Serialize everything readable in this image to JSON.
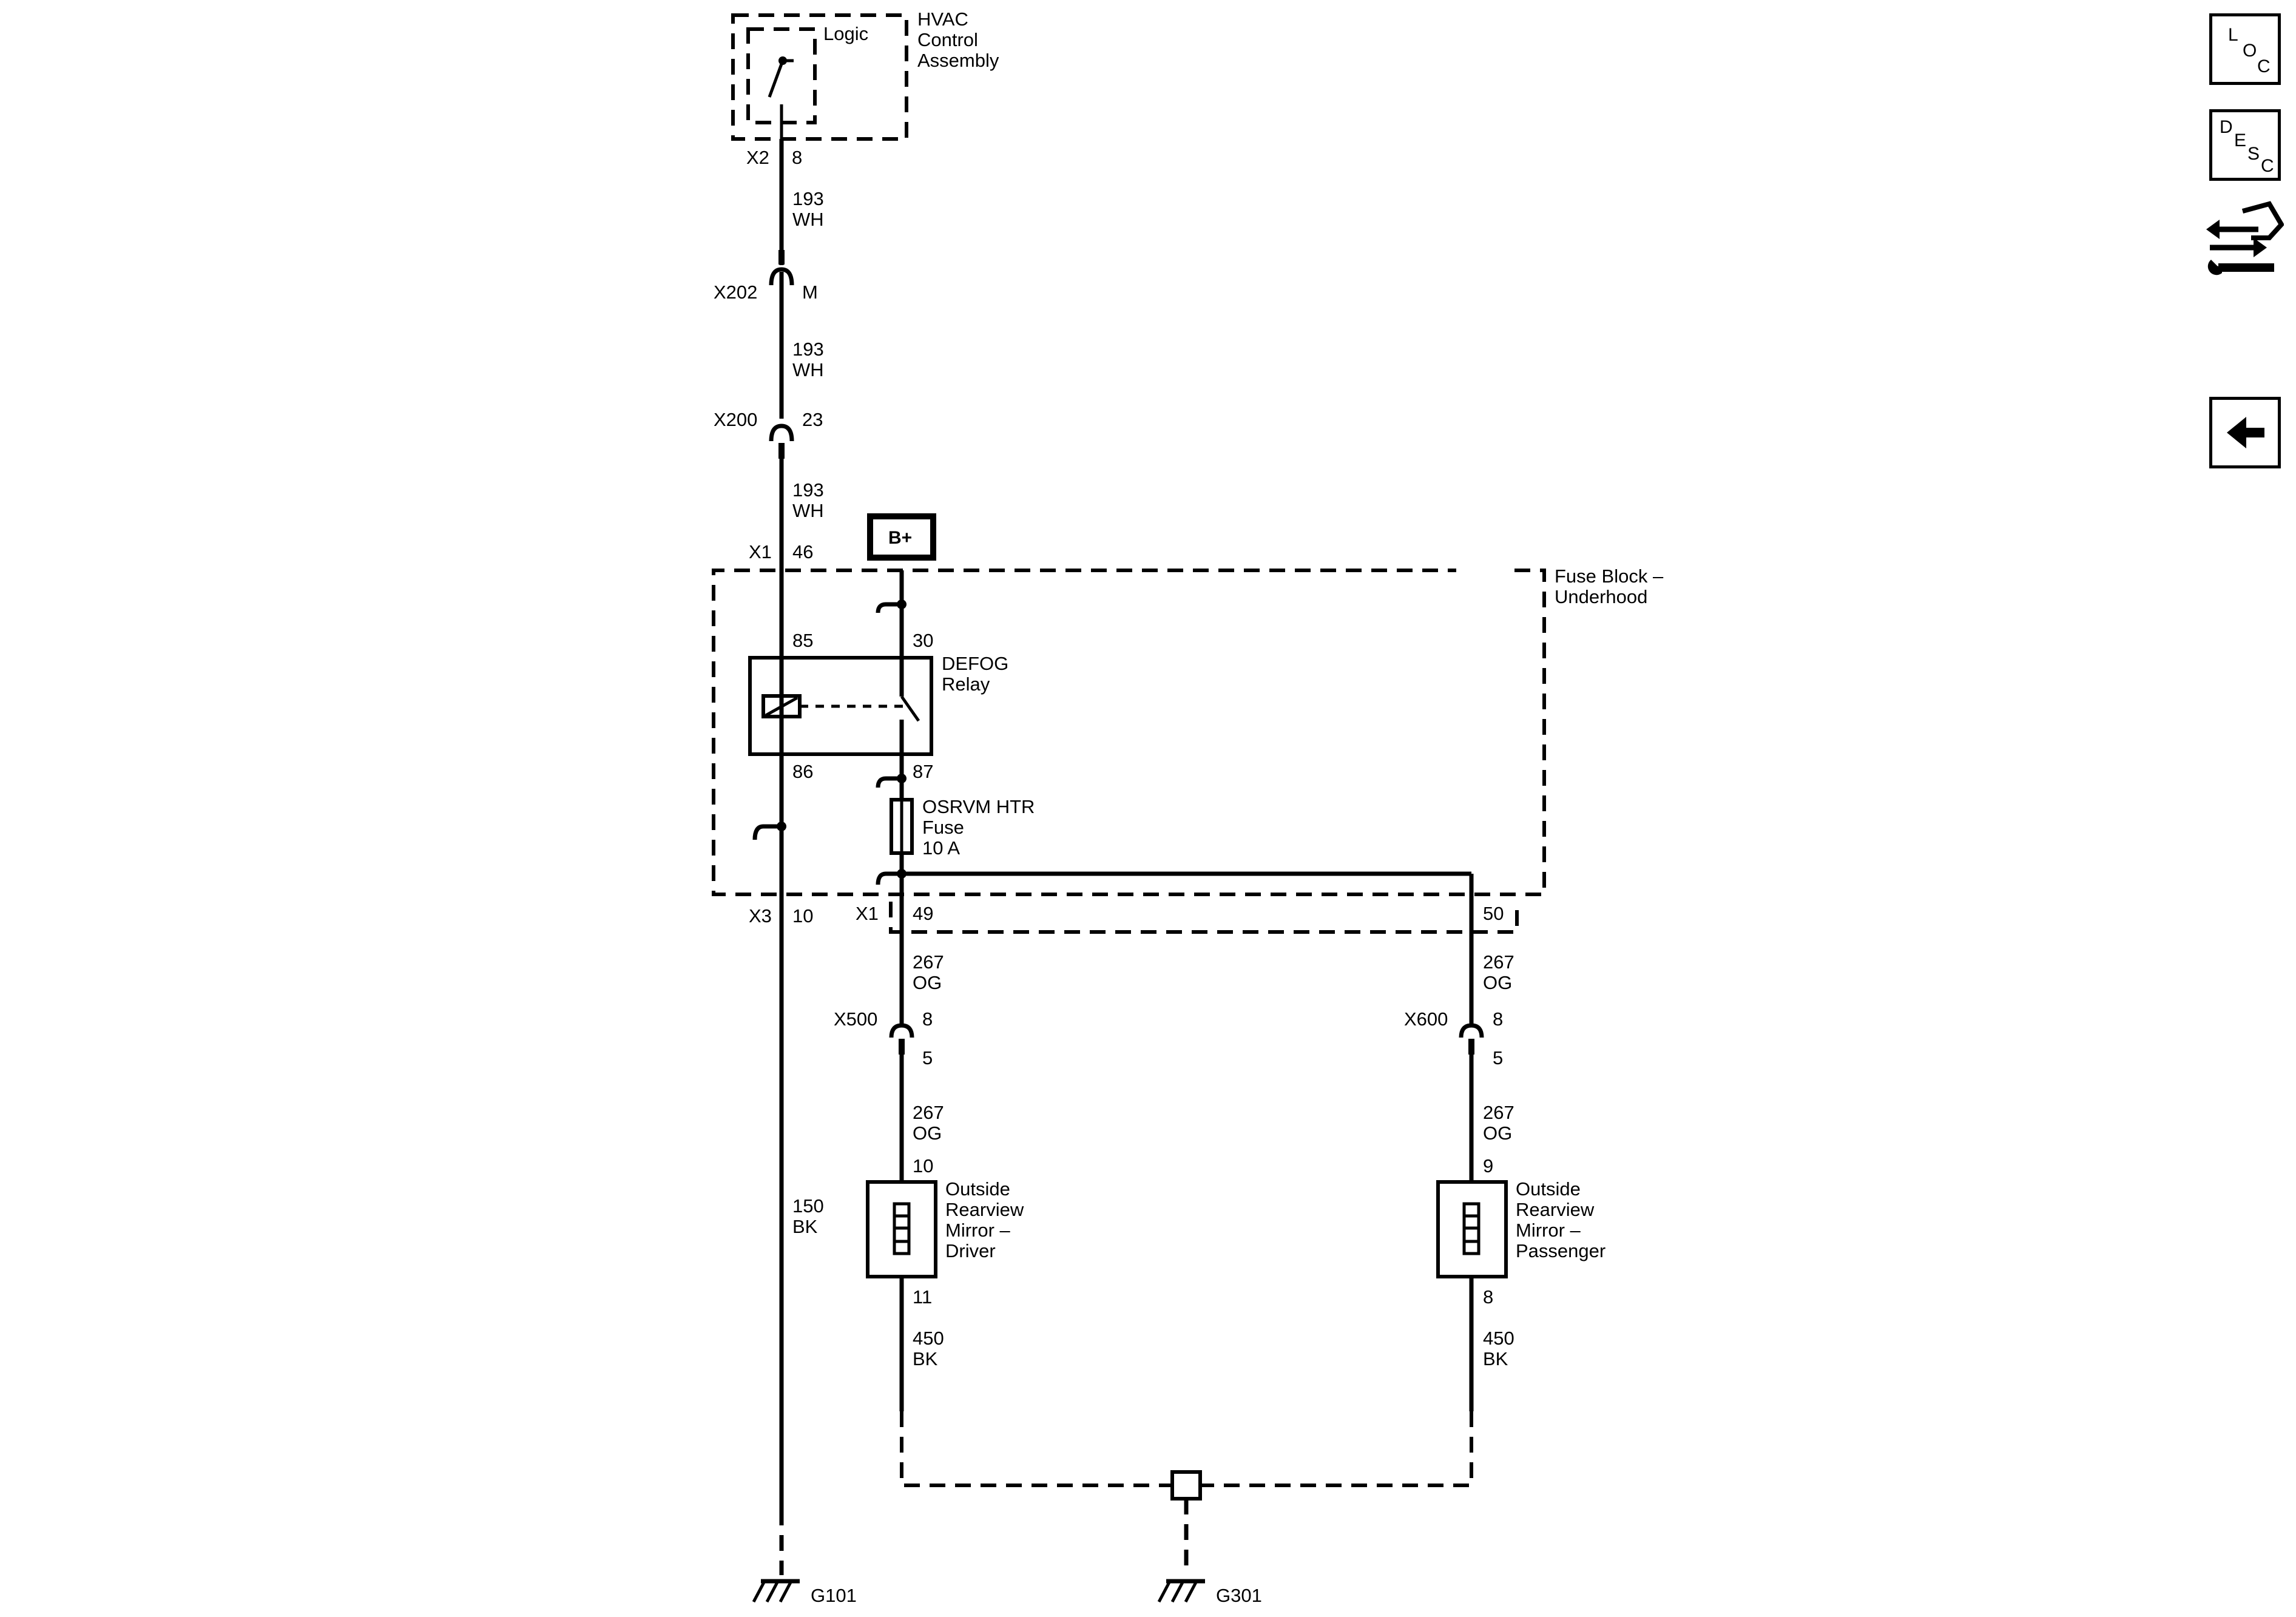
{
  "nav": {
    "loc": [
      "L",
      "O",
      "C"
    ],
    "desc": [
      "D",
      "E",
      "S",
      "C"
    ],
    "tools_icon": "wrench-arrows-icon",
    "back_icon": "back-arrow-icon"
  },
  "components": {
    "hvac": {
      "name_1": "HVAC",
      "name_2": "Control",
      "name_3": "Assembly",
      "logic": "Logic"
    },
    "fuse_block": {
      "name_1": "Fuse Block –",
      "name_2": "Underhood"
    },
    "relay": {
      "name_1": "DEFOG",
      "name_2": "Relay",
      "pin_85": "85",
      "pin_30": "30",
      "pin_86": "86",
      "pin_87": "87"
    },
    "fuse": {
      "name_1": "OSRVM HTR",
      "name_2": "Fuse",
      "rating": "10 A"
    },
    "b_plus": "B+",
    "mirror_driver": {
      "name_1": "Outside",
      "name_2": "Rearview",
      "name_3": "Mirror –",
      "name_4": "Driver",
      "pin_top": "10",
      "pin_bottom": "11"
    },
    "mirror_passenger": {
      "name_1": "Outside",
      "name_2": "Rearview",
      "name_3": "Mirror –",
      "name_4": "Passenger",
      "pin_top": "9",
      "pin_bottom": "8"
    }
  },
  "connectors": {
    "hvac_conn": "X2",
    "hvac_pin": "8",
    "x202": "X202",
    "x202_pin": "M",
    "x200": "X200",
    "x200_pin": "23",
    "fb_in": "X1",
    "fb_in_pin": "46",
    "fb_out_ground": "X3",
    "fb_out_ground_pin": "10",
    "fb_out": "X1",
    "fb_out_pin_driver": "49",
    "fb_out_pin_passenger": "50",
    "x500": "X500",
    "x500_pin_top": "8",
    "x500_pin_bottom": "5",
    "x600": "X600",
    "x600_pin_top": "8",
    "x600_pin_bottom": "5"
  },
  "wires": {
    "w193_circuit": "193",
    "w193_color": "WH",
    "w150_circuit": "150",
    "w150_color": "BK",
    "w267_circuit": "267",
    "w267_color": "OG",
    "w450_circuit": "450",
    "w450_color": "BK"
  },
  "grounds": {
    "g101": "G101",
    "g301": "G301"
  },
  "colors": {
    "line": "#000000",
    "background": "#ffffff"
  }
}
